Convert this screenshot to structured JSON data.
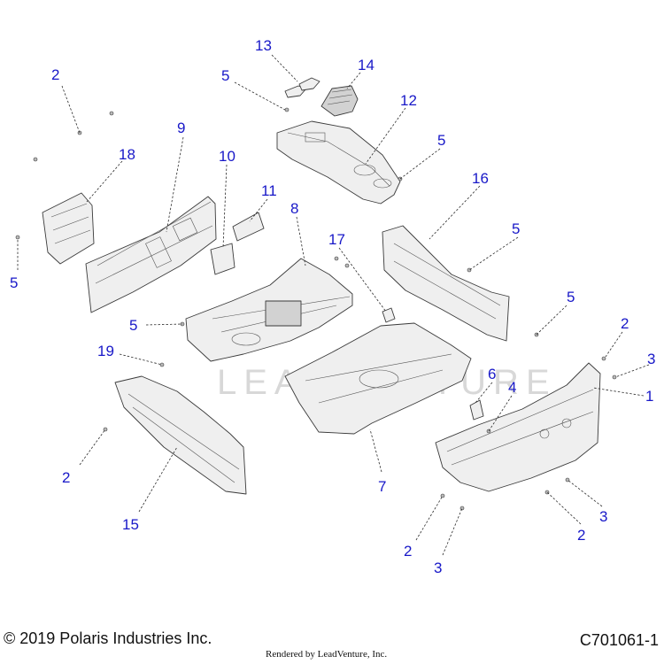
{
  "diagram": {
    "watermark": "LEADVENTURE",
    "callouts": [
      {
        "id": "c2a",
        "label": "2"
      },
      {
        "id": "c5a",
        "label": "5"
      },
      {
        "id": "c13",
        "label": "13"
      },
      {
        "id": "c14",
        "label": "14"
      },
      {
        "id": "c12",
        "label": "12"
      },
      {
        "id": "c9",
        "label": "9"
      },
      {
        "id": "c18",
        "label": "18"
      },
      {
        "id": "c10",
        "label": "10"
      },
      {
        "id": "c11",
        "label": "11"
      },
      {
        "id": "c5b",
        "label": "5"
      },
      {
        "id": "c16",
        "label": "16"
      },
      {
        "id": "c5c",
        "label": "5"
      },
      {
        "id": "c8",
        "label": "8"
      },
      {
        "id": "c17",
        "label": "17"
      },
      {
        "id": "c5d",
        "label": "5"
      },
      {
        "id": "c5e",
        "label": "5"
      },
      {
        "id": "c5f",
        "label": "5"
      },
      {
        "id": "c2b",
        "label": "2"
      },
      {
        "id": "c3a",
        "label": "3"
      },
      {
        "id": "c19",
        "label": "19"
      },
      {
        "id": "c1",
        "label": "1"
      },
      {
        "id": "c6",
        "label": "6"
      },
      {
        "id": "c4",
        "label": "4"
      },
      {
        "id": "c2c",
        "label": "2"
      },
      {
        "id": "c7",
        "label": "7"
      },
      {
        "id": "c15",
        "label": "15"
      },
      {
        "id": "c3b",
        "label": "3"
      },
      {
        "id": "c2d",
        "label": "2"
      },
      {
        "id": "c2e",
        "label": "2"
      },
      {
        "id": "c3c",
        "label": "3"
      }
    ]
  },
  "footer": {
    "copyright": "© 2019 Polaris Industries Inc.",
    "rendered_by": "Rendered by LeadVenture, Inc.",
    "drawing_id": "C701061-1"
  },
  "colors": {
    "callout_text": "#1818c8",
    "part_fill": "#efefef",
    "part_outline": "#3a3a3a"
  }
}
